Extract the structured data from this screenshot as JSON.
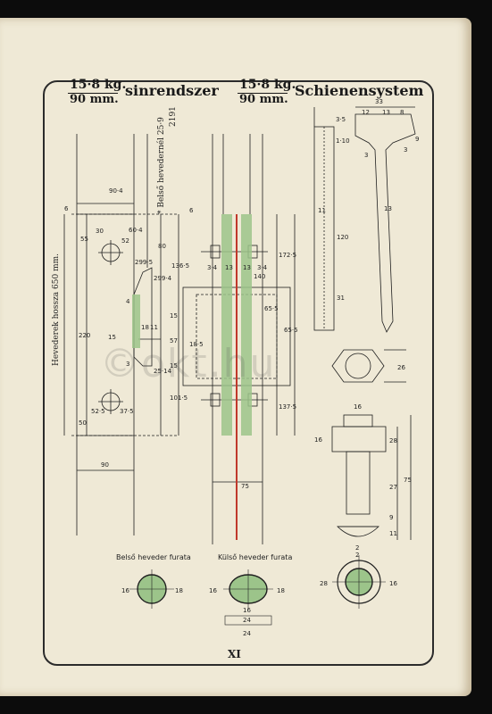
{
  "left_header": {
    "weight": "15·8 kg.",
    "mm": "90 mm.",
    "title": "sinrendszer"
  },
  "right_header": {
    "weight": "15·8 kg.",
    "mm": "90 mm.",
    "title": "Schienensystem"
  },
  "side_label": "Hevederek hossza 650 mm.",
  "note_label": "* Belső hevedernél 25·9",
  "note_value2": "2191",
  "captions": {
    "inner_hole": "Belső heveder furata",
    "outer_hole": "Külső heveder furata"
  },
  "page_number": "XI",
  "watermark": "©okt.hu",
  "colors": {
    "paper": "#efe9d6",
    "ink": "#1f1f1f",
    "green": "#9cc48a",
    "red": "#c0392b"
  },
  "dims": {
    "d904": "90·4",
    "d30": "30",
    "d604": "60·4",
    "d52": "52",
    "d55": "55",
    "d80": "80",
    "d6a": "6",
    "d6b": "6",
    "d1365": "136·5",
    "d2995": "299·5",
    "d2994": "299·4",
    "d220": "220",
    "d57": "57",
    "d1015": "101·5",
    "d50": "50",
    "d525": "52·5",
    "d375": "37·5",
    "d90": "90",
    "d15a": "15",
    "d15b": "15",
    "d15c": "15",
    "d18": "18",
    "d11": "11",
    "d4": "4",
    "d3": "3",
    "d2514": "25·14",
    "d185": "18·5",
    "d34a": "3·4",
    "d13a": "13",
    "d13b": "13",
    "d34b": "3·4",
    "d1725": "172·5",
    "d140": "140",
    "d655": "65·5",
    "d655b": "65·5",
    "d1375": "137·5",
    "d75a": "75",
    "d33": "33",
    "d12": "12",
    "d13c": "13",
    "d8": "8",
    "d9": "9",
    "d35": "3·5",
    "d110": "1·10",
    "d3a": "3",
    "d3b": "3",
    "d11b": "11",
    "d13d": "13",
    "d120": "120",
    "d31": "31",
    "d26": "26",
    "d16": "16",
    "d16b": "16",
    "d28": "28",
    "d27": "27",
    "d75b": "75",
    "d9b": "9",
    "d11c": "11",
    "d2": "2",
    "h16a": "16",
    "h18a": "18",
    "h16b": "16",
    "h18b": "18",
    "h16c": "16",
    "h24a": "24",
    "h24b": "24",
    "h28": "28",
    "h16d": "16",
    "h2": "2"
  }
}
